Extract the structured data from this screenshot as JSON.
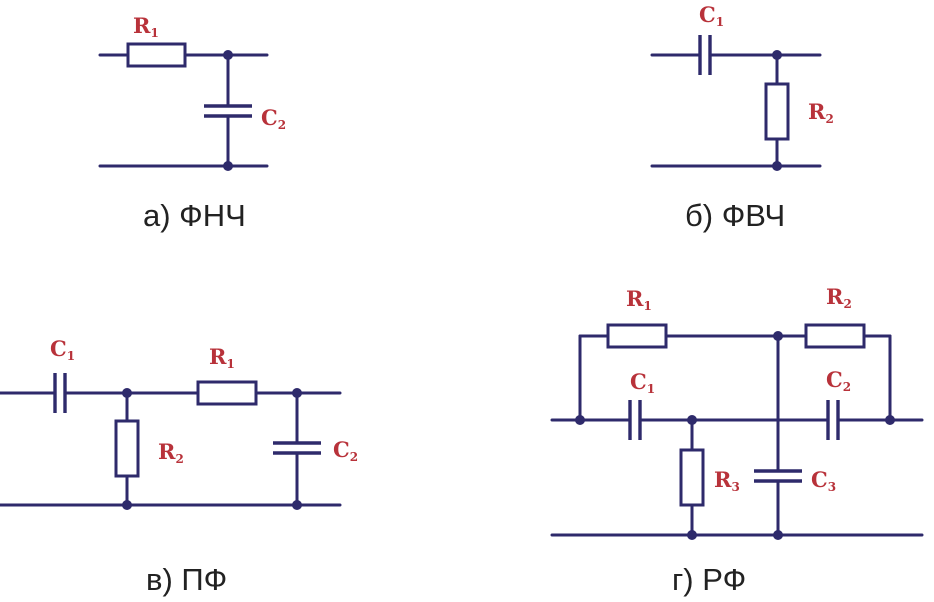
{
  "colors": {
    "wire": "#2e2a6b",
    "label": "#b8323a",
    "caption": "#222222"
  },
  "circuits": {
    "a": {
      "caption": "а) ФНЧ",
      "labels": {
        "r1": "R",
        "r1_sub": "1",
        "c2": "C",
        "c2_sub": "2"
      }
    },
    "b": {
      "caption": "б) ФВЧ",
      "labels": {
        "c1": "C",
        "c1_sub": "1",
        "r2": "R",
        "r2_sub": "2"
      }
    },
    "v": {
      "caption": "в) ПФ",
      "labels": {
        "c1": "C",
        "c1_sub": "1",
        "r1": "R",
        "r1_sub": "1",
        "r2": "R",
        "r2_sub": "2",
        "c2": "C",
        "c2_sub": "2"
      }
    },
    "g": {
      "caption": "г) РФ",
      "labels": {
        "r1": "R",
        "r1_sub": "1",
        "r2": "R",
        "r2_sub": "2",
        "c1": "C",
        "c1_sub": "1",
        "c2": "C",
        "c2_sub": "2",
        "r3": "R",
        "r3_sub": "3",
        "c3": "C",
        "c3_sub": "3"
      }
    }
  }
}
